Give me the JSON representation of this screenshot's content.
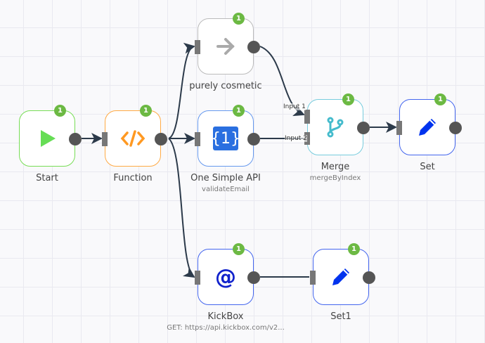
{
  "nodes": {
    "start": {
      "name": "Start",
      "badge": "1",
      "icon": "play-icon",
      "color": "#66dd55"
    },
    "function": {
      "name": "Function",
      "badge": "1",
      "icon": "code-icon",
      "color": "#ff9922"
    },
    "cosmetic": {
      "name": "purely cosmetic",
      "badge": "1",
      "icon": "arrow-right-icon",
      "color": "#bbbbbb"
    },
    "api": {
      "name": "One Simple API",
      "subtitle": "validateEmail",
      "badge": "1",
      "icon": "braces-one-icon",
      "color": "#2a6fe0"
    },
    "merge": {
      "name": "Merge",
      "subtitle": "mergeByIndex",
      "badge": "1",
      "icon": "merge-icon",
      "color": "#44bbcc",
      "input1": "Input 1",
      "input2": "Input 2"
    },
    "set": {
      "name": "Set",
      "badge": "1",
      "icon": "pencil-icon",
      "color": "#0033ee"
    },
    "kickbox": {
      "name": "KickBox",
      "subtitle": "GET: https://api.kickbox.com/v2...",
      "badge": "1",
      "icon": "at-icon",
      "color": "#1122cc"
    },
    "set1": {
      "name": "Set1",
      "badge": "1",
      "icon": "pencil-icon",
      "color": "#0033ee"
    }
  }
}
